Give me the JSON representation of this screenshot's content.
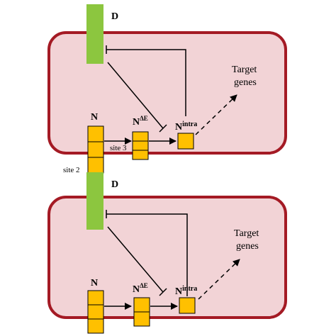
{
  "colors": {
    "cell_fill": "#f2d3d6",
    "cell_border": "#a41a24",
    "delta_ligand": "#8cc63f",
    "notch_box": "#ffc000",
    "line": "#000000"
  },
  "top_panel": {
    "ligand_label": "D",
    "receptor_label": "N",
    "cleaved_base": "N",
    "cleaved_sup": "ΔE",
    "intra_base": "N",
    "intra_sup": "intra",
    "target_line1": "Target",
    "target_line2": "genes",
    "site3_label": "site 3"
  },
  "between_label": "site 2",
  "bottom_panel": {
    "ligand_label": "D",
    "receptor_label": "N",
    "cleaved_base": "N",
    "cleaved_sup": "ΔE",
    "intra_base": "N",
    "intra_sup": "intra",
    "target_line1": "Target",
    "target_line2": "genes"
  }
}
